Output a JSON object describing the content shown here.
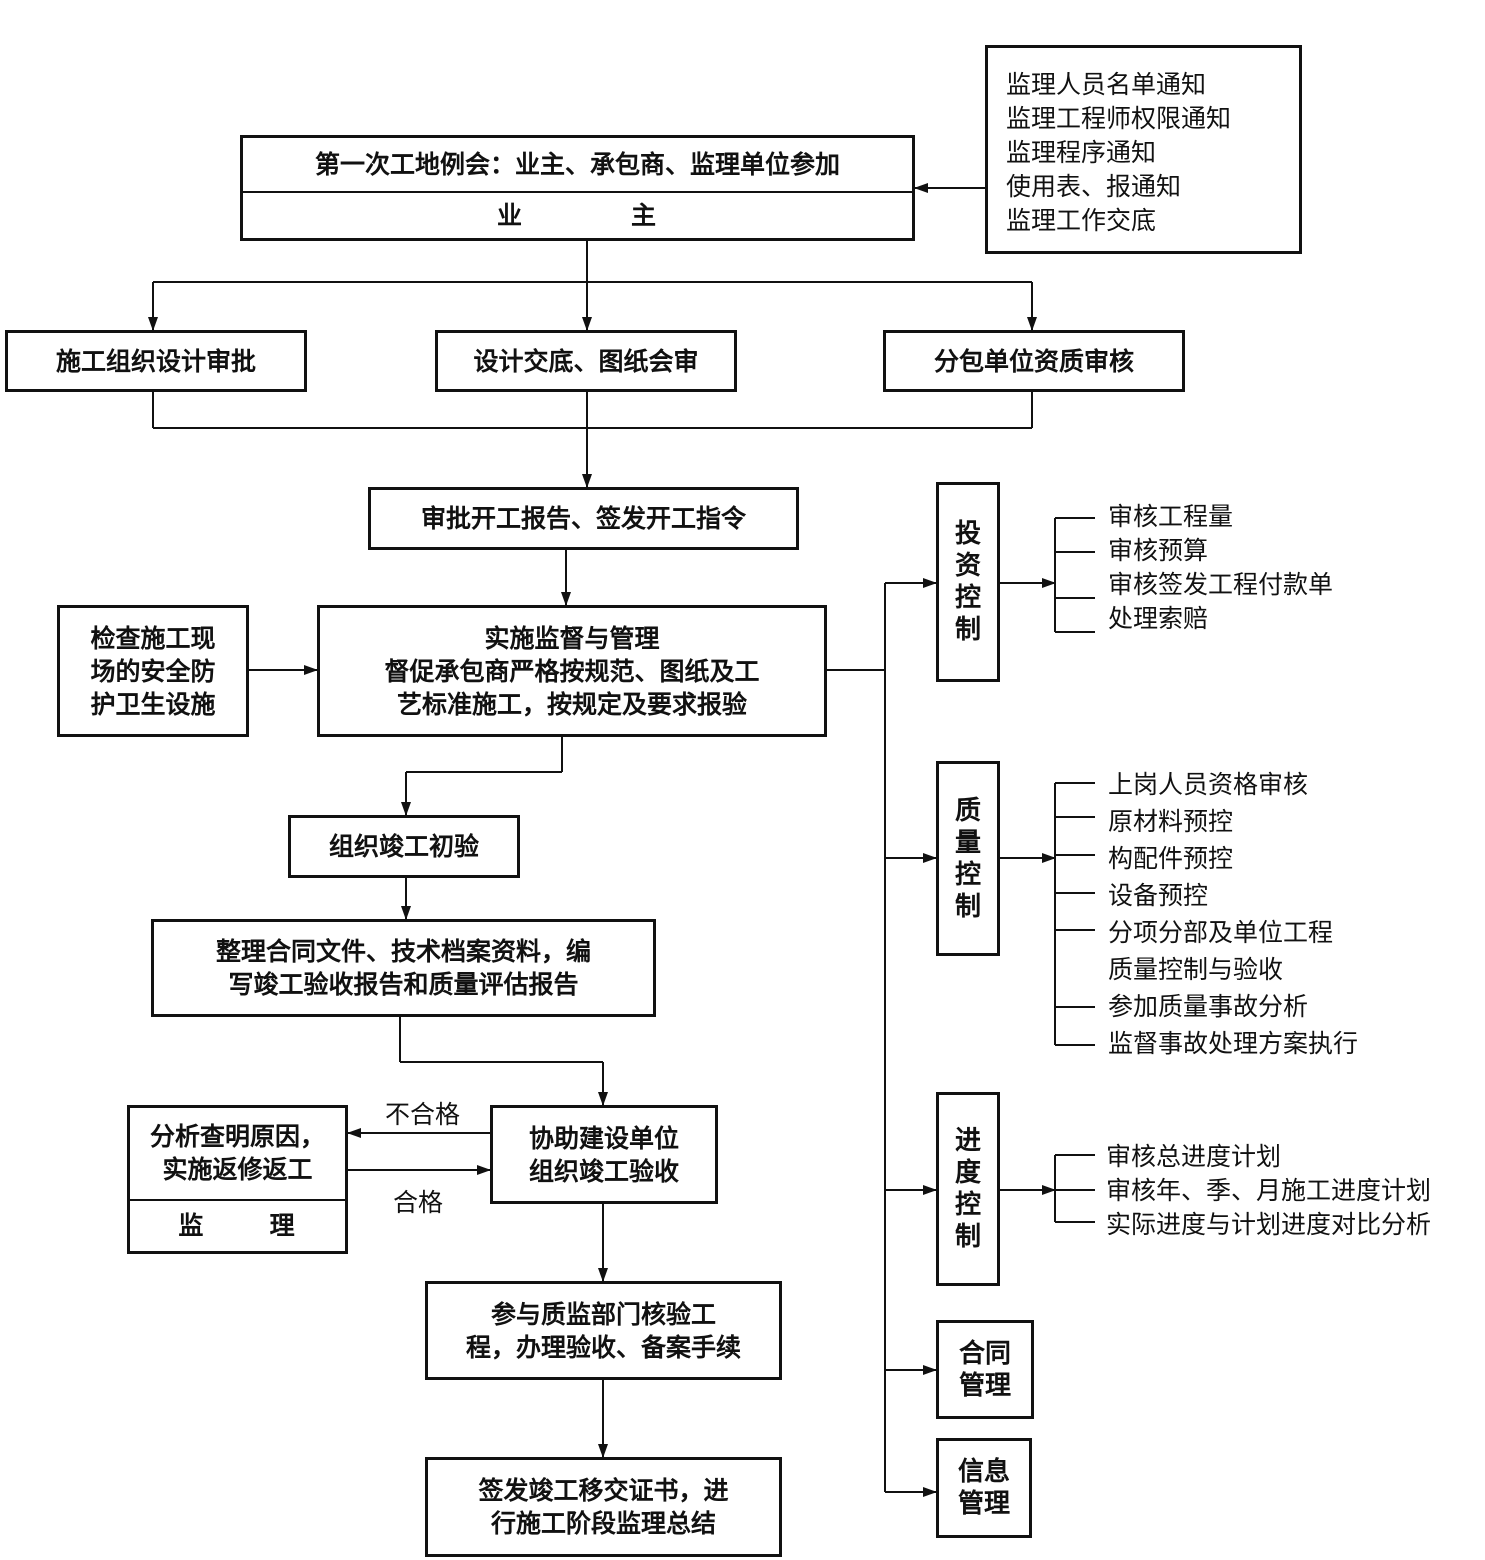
{
  "first_meeting": {
    "title": "第一次工地例会：业主、承包商、监理单位参加",
    "owner": "业          主"
  },
  "notices": [
    "监理人员名单通知",
    "监理工程师权限通知",
    "监理程序通知",
    "使用表、报通知",
    "监理工作交底"
  ],
  "reviews": {
    "construction_design": "施工组织设计审批",
    "design_disclosure": "设计交底、图纸会审",
    "subcontractor": "分包单位资质审核"
  },
  "start_approval": "审批开工报告、签发开工指令",
  "safety_check": [
    "检查施工现",
    "场的安全防",
    "护卫生设施"
  ],
  "supervision": [
    "实施监督与管理",
    "督促承包商严格按规范、图纸及工",
    "艺标准施工，按规定及要求报验"
  ],
  "prelim_acceptance": "组织竣工初验",
  "documents": [
    "整理合同文件、技术档案资料，编",
    "写竣工验收报告和质量评估报告"
  ],
  "analysis": {
    "lines": [
      "分析查明原因，",
      "实施返修返工"
    ],
    "supervisor": "监      理"
  },
  "labels": {
    "unqualified": "不合格",
    "qualified": "合格"
  },
  "assist_acceptance": [
    "协助建设单位",
    "组织竣工验收"
  ],
  "quality_dept": [
    "参与质监部门核验工",
    "程，办理验收、备案手续"
  ],
  "handover": [
    "签发竣工移交证书，进",
    "行施工阶段监理总结"
  ],
  "controls": {
    "investment": {
      "label": [
        "投",
        "资",
        "控",
        "制"
      ],
      "items": [
        "审核工程量",
        "审核预算",
        "审核签发工程付款单",
        "处理索赔"
      ]
    },
    "quality": {
      "label": [
        "质",
        "量",
        "控",
        "制"
      ],
      "items": [
        "上岗人员资格审核",
        "原材料预控",
        "构配件预控",
        "设备预控",
        "分项分部及单位工程",
        "质量控制与验收",
        "参加质量事故分析",
        "监督事故处理方案执行"
      ]
    },
    "progress": {
      "label": [
        "进",
        "度",
        "控",
        "制"
      ],
      "items": [
        "审核总进度计划",
        "审核年、季、月施工进度计划",
        "实际进度与计划进度对比分析"
      ]
    },
    "contract": {
      "label": [
        "合同",
        "管理"
      ]
    },
    "information": {
      "label": [
        "信息",
        "管理"
      ]
    }
  }
}
